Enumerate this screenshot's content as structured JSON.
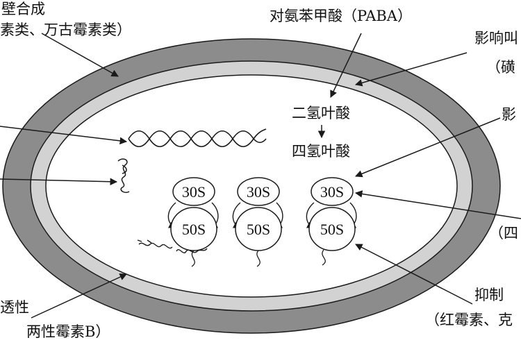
{
  "colors": {
    "outer_wall": "#8c8c8c",
    "inner_membrane": "#d2d2d2",
    "cytoplasm": "#ffffff",
    "line": "#1a1a1a"
  },
  "labels": {
    "top_left_line1": "壁合成",
    "top_left_line2": "素类、万古霉素类）",
    "paba": "对氨苯甲酸（PABA）",
    "dihydrofolate": "二氢叶酸",
    "tetrahydrofolate": "四氢叶酸",
    "right_top_line1": "影响叫",
    "right_top_line2": "（磺",
    "right_mid": "影",
    "right_lower": "（四",
    "bottom_left_line1": "透性",
    "bottom_left_line2": "两性霉素B）",
    "bottom_right_line1": "抑制",
    "bottom_right_line2": "（红霉素、克"
  },
  "ribosomes": [
    {
      "small": "30S",
      "large": "50S"
    },
    {
      "small": "30S",
      "large": "50S"
    },
    {
      "small": "30S",
      "large": "50S"
    }
  ]
}
